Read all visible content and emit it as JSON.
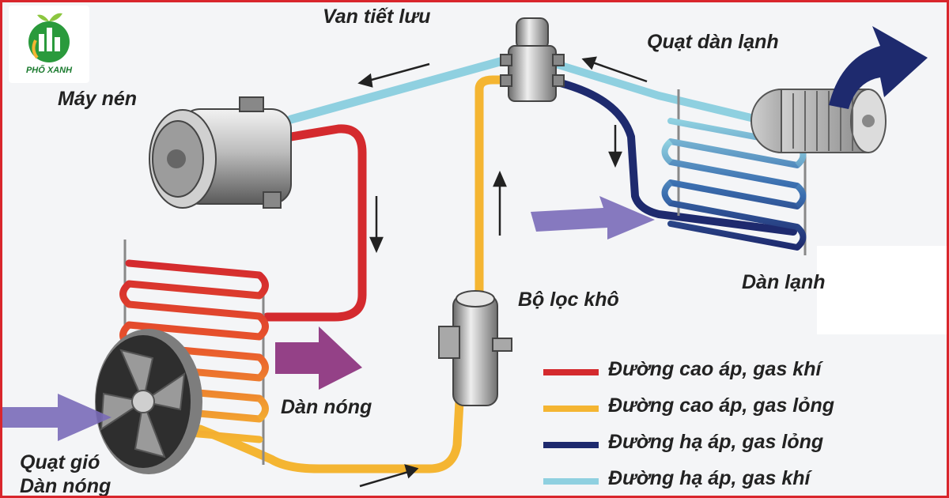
{
  "brand": {
    "logo_text": "PHỐ XANH"
  },
  "labels": {
    "throttle_valve": "Van tiết lưu",
    "evaporator_fan": "Quạt dàn lạnh",
    "compressor": "Máy nén",
    "dryer_filter": "Bộ lọc khô",
    "evaporator": "Dàn lạnh",
    "condenser": "Dàn nóng",
    "condenser_fan_1": "Quạt gió",
    "condenser_fan_2": "Dàn nóng"
  },
  "legend": [
    {
      "text": "Đường cao áp, gas khí",
      "color": "#d42a2e"
    },
    {
      "text": "Đường cao áp, gas lỏng",
      "color": "#f4b532"
    },
    {
      "text": "Đường hạ áp, gas lỏng",
      "color": "#1e2a6e"
    },
    {
      "text": "Đường hạ áp, gas khí",
      "color": "#8fd0e0"
    }
  ],
  "colors": {
    "high_pressure_gas": "#d42a2e",
    "high_pressure_liquid": "#f4b532",
    "low_pressure_liquid": "#1e2a6e",
    "low_pressure_gas": "#8fd0e0",
    "airflow": "#7a6bb8",
    "hot_airflow": "#8a2d7a",
    "frame_border": "#d9262c"
  }
}
